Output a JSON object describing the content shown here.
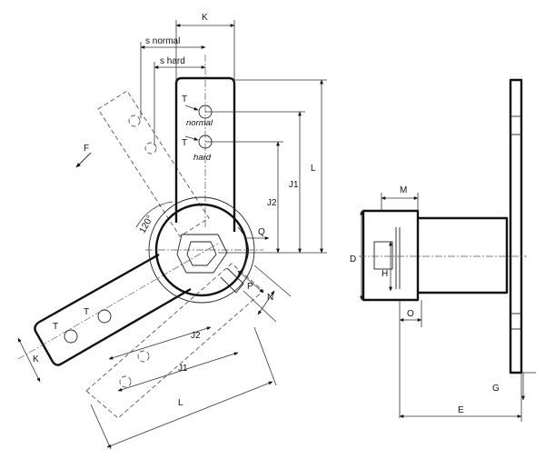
{
  "labels": {
    "K_top": "K",
    "s_normal": "s normal",
    "s_hard": "s hard",
    "T_normal": "T",
    "normal": "normal",
    "T_hard": "T",
    "hard": "hard",
    "F": "F",
    "J1": "J1",
    "J2": "J2",
    "L_right": "L",
    "angle": "120°",
    "Q": "Q",
    "P": "P",
    "N": "N",
    "T_left1": "T",
    "T_left2": "T",
    "K_left": "K",
    "J2_bottom": "J2",
    "J1_bottom": "J1",
    "L_bottom": "L",
    "M": "M",
    "D": "D",
    "H": "H",
    "O": "O",
    "G": "G",
    "E": "E"
  }
}
